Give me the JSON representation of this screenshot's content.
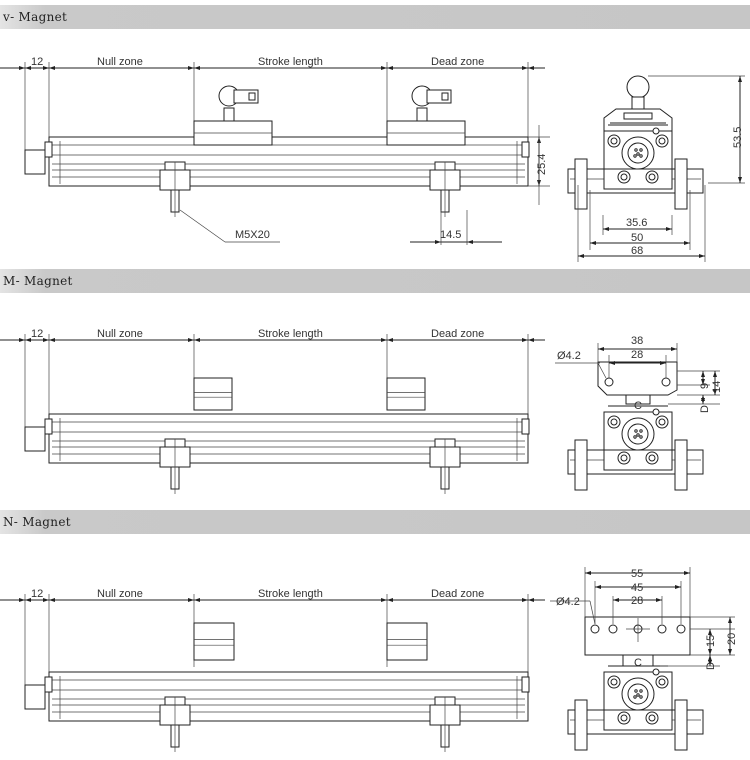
{
  "sections": [
    {
      "title": "v- Magnet",
      "side": {
        "dim_12": "12",
        "null_zone": "Null zone",
        "stroke_length": "Stroke length",
        "dead_zone": "Dead zone",
        "height": "25.4",
        "bolt": "M5X20",
        "bolt_width": "14.5"
      },
      "end": {
        "total_height": "53.5",
        "d1": "35.6",
        "d2": "50",
        "d3": "68"
      }
    },
    {
      "title": "M- Magnet",
      "side": {
        "dim_12": "12",
        "null_zone": "Null zone",
        "stroke_length": "Stroke length",
        "dead_zone": "Dead zone"
      },
      "end": {
        "hole": "Ø4.2",
        "w1": "38",
        "w2": "28",
        "h1": "9",
        "h2": "14",
        "c": "C",
        "d": "D"
      }
    },
    {
      "title": "N- Magnet",
      "side": {
        "dim_12": "12",
        "null_zone": "Null zone",
        "stroke_length": "Stroke length",
        "dead_zone": "Dead zone"
      },
      "end": {
        "hole": "Ø4.2",
        "w1": "55",
        "w2": "45",
        "w3": "28",
        "h1": "15",
        "h2": "20",
        "c": "C",
        "d": "D"
      }
    }
  ]
}
